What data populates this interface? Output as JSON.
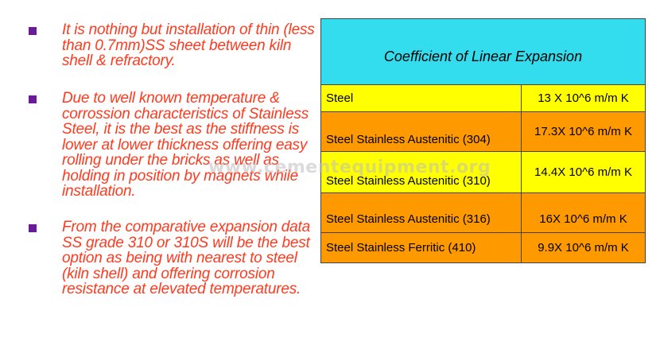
{
  "bullets": [
    "It is nothing but installation of thin (less than 0.7mm)SS sheet between kiln shell & refractory.",
    "Due to well known temperature & corrossion characteristics of Stainless Steel, it is the best as the stiffness is lower at lower thickness offering easy rolling under the bricks as well as holding in position by magnets while installation.",
    "From the comparative expansion data SS grade 310 or 310S will be the best option as being with nearest to steel (kiln shell) and offering corrosion resistance at elevated temperatures."
  ],
  "table": {
    "title": "Coefficient of Linear Expansion",
    "rows": [
      {
        "material": "Steel",
        "value": "13 X 10^6 m/m K"
      },
      {
        "material": "Steel Stainless Austenitic (304)",
        "value": "17.3X 10^6 m/m K"
      },
      {
        "material": "Steel Stainless Austenitic (310)",
        "value": "14.4X 10^6 m/m K"
      },
      {
        "material": "Steel Stainless Austenitic (316)",
        "value": "16X 10^6 m/m K"
      },
      {
        "material": "Steel Stainless Ferritic (410)",
        "value": "9.9X 10^6 m/m K"
      }
    ]
  },
  "watermark": "www.cementequipment.org",
  "colors": {
    "bullet_text": "#ff3a1f",
    "bullet_marker": "#6a1b9a",
    "title_bg": "#33ddee",
    "yellow": "#ffff00",
    "orange": "#ff9900"
  }
}
